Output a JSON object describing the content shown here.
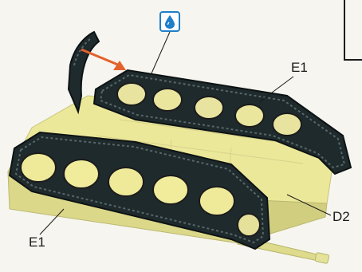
{
  "labels": {
    "track_top": "E1",
    "track_bottom": "E1",
    "hull": "D2"
  },
  "icons": {
    "glue": "glue-drop-icon"
  },
  "colors": {
    "hull_yellow": "#ece89a",
    "track_dark": "#1f2a2c",
    "arrow": "#e4612c",
    "icon_blue": "#1f7fc9"
  }
}
